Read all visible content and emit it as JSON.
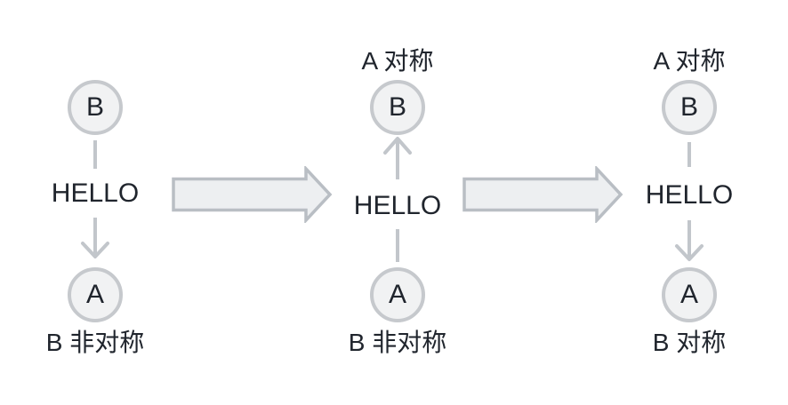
{
  "colors": {
    "background": "#ffffff",
    "node_fill": "#f1f2f3",
    "node_border": "#c6c9cd",
    "connector": "#c2c6cb",
    "block_arrow_fill": "#edeff1",
    "block_arrow_border": "#b9bec4",
    "text": "#20252d"
  },
  "panels": [
    {
      "position": "left",
      "top_node": "B",
      "message": "HELLO",
      "bottom_node": "A",
      "bottom_label": "B 非对称"
    },
    {
      "position": "middle",
      "top_label": "A 对称",
      "top_node": "B",
      "message": "HELLO",
      "bottom_node": "A",
      "bottom_label": "B 非对称"
    },
    {
      "position": "right",
      "top_label": "A 对称",
      "top_node": "B",
      "message": "HELLO",
      "bottom_node": "A",
      "bottom_label": "B 对称"
    }
  ]
}
